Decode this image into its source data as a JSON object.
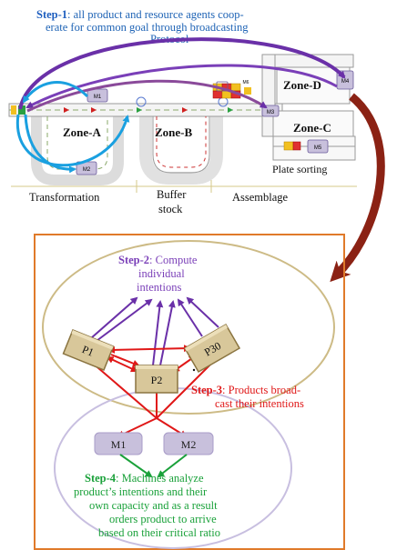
{
  "colors": {
    "step_label": "#1f5fbf",
    "step1_text": "#1e63b5",
    "step2": "#7a3fb8",
    "step3": "#e01818",
    "step4": "#1aa13a",
    "frame": "#e07a2a",
    "big_arrow": "#8b2214",
    "product_box": "#d8c79a",
    "machine_box": "#c8c0dc",
    "ellipse_top": "#cdbb86",
    "ellipse_bottom": "#c8bfe0"
  },
  "step1": {
    "label": "Step-1",
    "line1": ": all product and resource agents coop-",
    "line2": "erate for common goal through broadcasting",
    "line3": "Protocol"
  },
  "layout": {
    "zone_a": "Zone-A",
    "zone_b": "Zone-B",
    "zone_c": "Zone-C",
    "zone_d": "Zone-D",
    "transformation": "Transformation",
    "buffer_line1": "Buffer",
    "buffer_line2": "stock",
    "assemblage": "Assemblage",
    "plate_sorting": "Plate sorting",
    "machines": [
      "M1",
      "M2",
      "M3",
      "M4",
      "M5",
      "M6"
    ]
  },
  "step2": {
    "label": "Step-2",
    "line1": ": Compute",
    "line2": "individual",
    "line3": "intentions"
  },
  "step3": {
    "label": "Step-3",
    "line1": ": Products broad-",
    "line2": "cast their intentions"
  },
  "step4": {
    "label": "Step-4",
    "line1": ": Machines analyze",
    "line2": "product’s intentions and their",
    "line3": "own capacity and as a result",
    "line4": "orders product to arrive",
    "line5": "based on their critical ratio"
  },
  "products": [
    "P1",
    "P2",
    "P30"
  ],
  "machines_bottom": [
    "M1",
    "M2"
  ]
}
